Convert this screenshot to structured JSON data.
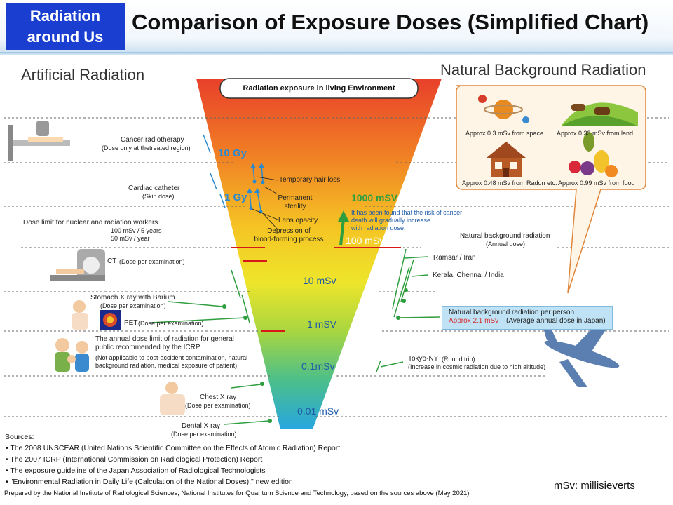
{
  "header": {
    "topic": "Radiation\naround Us",
    "title": "Comparison of Exposure Doses (Simplified Chart)"
  },
  "sections": {
    "artificial": "Artificial Radiation",
    "natural": "Natural Background Radiation"
  },
  "funnel": {
    "heading": "Radiation exposure in living Environment",
    "levels": [
      "1000 mSV",
      "100 mSv",
      "10 mSv",
      "1 mSV",
      "0.1mSv",
      "0.01 mSv"
    ],
    "gy": [
      "10 Gy",
      "1 Gy"
    ],
    "effects": [
      "Temporary hair loss",
      "Permanent\nsterility",
      "Lens opacity",
      "Depression of\nblood-forming process"
    ],
    "cancer_note": "It has been found that the risk of cancer\ndeath will gradually increase\nwith radiation dose."
  },
  "artificial_items": {
    "radiotherapy": "Cancer radiotherapy",
    "radiotherapy_sub": "(Dose only at thetreated region)",
    "catheter": "Cardiac catheter",
    "catheter_sub": "(Skin dose)",
    "dose_limit": "Dose limit for nuclear and radiation workers",
    "dose_limit_sub1": "100 mSv / 5 years",
    "dose_limit_sub2": "50 mSv / year",
    "ct": "CT",
    "ct_sub": "(Dose per examination)",
    "stomach": "Stomach X ray with Barium",
    "stomach_sub": "(Dose per examination)",
    "pet": "PET",
    "pet_sub": "(Dose per examination)",
    "icrp1": "The annual dose limit of radiation for general",
    "icrp2": "public recommended by the ICRP",
    "icrp3": "(Not applicable to post-accident contamination, natural",
    "icrp4": "background radiation, medical exposure of patient)",
    "chest": "Chest X ray",
    "chest_sub": "(Dose per examination)",
    "dental": "Dental X ray",
    "dental_sub": "(Dose per examination)"
  },
  "natural_items": {
    "space": "Approx 0.3 mSv from space",
    "land": "Approx 0.33 mSv from land",
    "radon": "Approx 0.48 mSv from Radon etc.",
    "food": "Approx 0.99 mSv from food",
    "background": "Natural background radiation",
    "background_sub": "(Annual dose)",
    "ramsar": "Ramsar / Iran",
    "kerala": "Kerala, Chennai / India",
    "per_person": "Natural background radiation per person",
    "per_person_value": "Approx 2.1 mSv",
    "per_person_note": "(Average annual dose in Japan)",
    "tokyo": "Tokyo-NY",
    "tokyo_sub": "(Round trip)",
    "tokyo_note": "(Increase in cosmic radiation due to high altitude)"
  },
  "sources": {
    "heading": "Sources:",
    "items": [
      "• The 2008 UNSCEAR (United Nations Scientific Committee on the Effects of Atomic Radiation) Report",
      "• The 2007 ICRP (International Commission on Radiological Protection) Report",
      "• The exposure guideline of the Japan Association of Radiological Technologists",
      "• \"Environmental Radiation in Daily Life (Calculation of the National Doses),\" new edition"
    ],
    "prepared": "Prepared by the National Institute of Radiological Sciences, National Institutes for Quantum Science and Technology, based on the sources above (May 2021)",
    "unit": "mSv: millisieverts"
  },
  "colors": {
    "topic_bg": "#1a3fd0",
    "funnel_top": "#e8402a",
    "funnel_bottom": "#27a7e0",
    "level_text": "#1e5aa8",
    "line_blue": "#2a8ad0",
    "line_green": "#2e9e3e"
  }
}
